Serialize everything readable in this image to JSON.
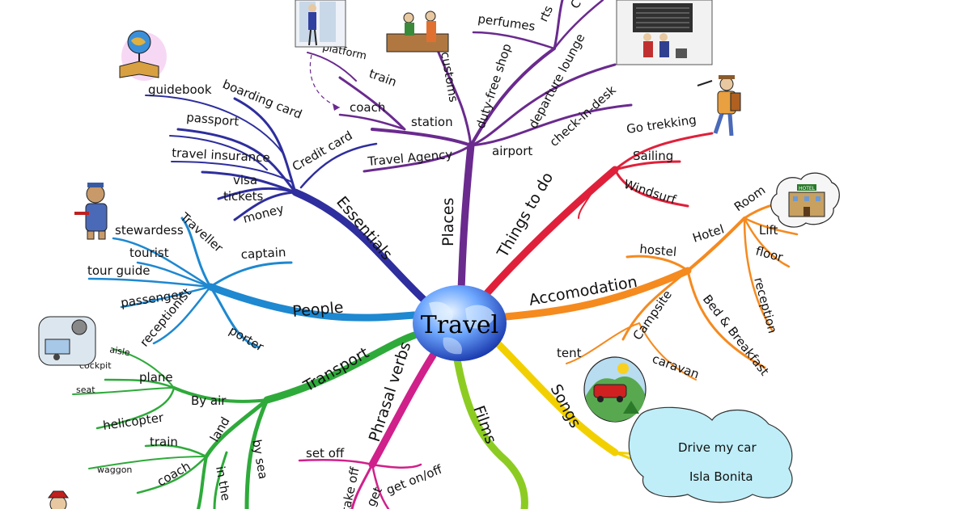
{
  "center": {
    "label": "Travel"
  },
  "branches": {
    "essentials": {
      "label": "Essentials",
      "color": "#2e2e9e",
      "items": [
        "guidebook",
        "boarding card",
        "passport",
        "Credit card",
        "travel insurance",
        "visa",
        "tickets",
        "money"
      ]
    },
    "places": {
      "label": "Places",
      "color": "#6a2a8e",
      "items": [
        "platform",
        "train",
        "coach",
        "station",
        "Travel Agency",
        "customs",
        "duty-free shop",
        "perfumes",
        "departure lounge",
        "check-in-desk",
        "airport"
      ]
    },
    "things_to_do": {
      "label": "Things to do",
      "color": "#e0203a",
      "items": [
        "Go trekking",
        "Sailing",
        "Windsurf"
      ]
    },
    "accomodation": {
      "label": "Accomodation",
      "color": "#f58a1f",
      "items": [
        "Hotel",
        "Room",
        "Lift",
        "floor",
        "reception",
        "hostel",
        "Campsite",
        "Bed & Breakfast",
        "tent",
        "caravan"
      ]
    },
    "people": {
      "label": "People",
      "color": "#1e88d0",
      "items": [
        "Traveller",
        "stewardess",
        "tourist",
        "tour guide",
        "passenger",
        "receptionist",
        "captain",
        "porter"
      ]
    },
    "transport": {
      "label": "Transport",
      "color": "#2eaa3a",
      "items": [
        "By air",
        "plane",
        "aisle",
        "cockpit",
        "seat",
        "helicopter",
        "land",
        "train",
        "waggon",
        "coach",
        "by sea",
        "in the"
      ]
    },
    "phrasal_verbs": {
      "label": "Phrasal verbs",
      "color": "#d0208a",
      "items": [
        "set off",
        "get on/off",
        "take off",
        "get"
      ]
    },
    "films": {
      "label": "Films",
      "color": "#8ccc22"
    },
    "songs": {
      "label": "Songs",
      "color": "#f2d000",
      "items": [
        "Drive my car",
        "Isla Bonita"
      ]
    }
  },
  "sign_text": "HOTEL"
}
